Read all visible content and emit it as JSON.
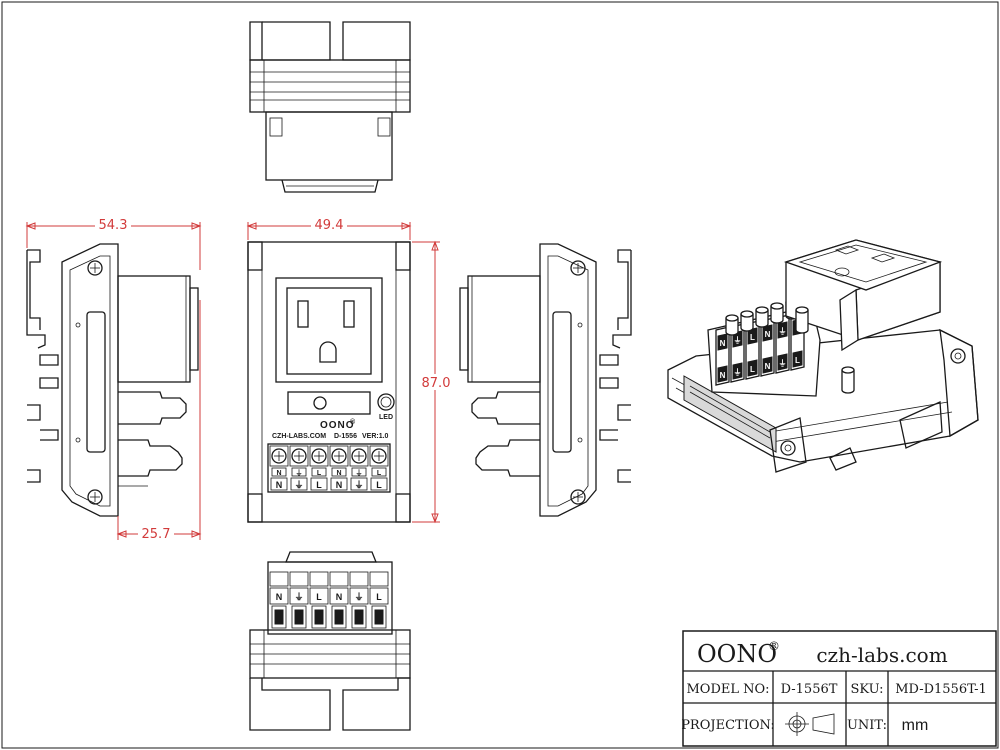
{
  "dimensions": {
    "side_width": "54.3",
    "side_depth": "25.7",
    "front_width": "49.4",
    "front_height": "87.0"
  },
  "front_panel": {
    "brand": "OONO",
    "registered": "®",
    "site": "CZH-LABS.COM",
    "model": "D-1556",
    "version": "VER:1.0",
    "led_label": "LED",
    "terminals": [
      "N",
      "⏚",
      "L",
      "N",
      "⏚",
      "L"
    ]
  },
  "title_block": {
    "brand": "OONO",
    "registered": "®",
    "website": "czh-labs.com",
    "model_no_label": "MODEL NO:",
    "model_no": "D-1556T",
    "sku_label": "SKU:",
    "sku": "MD-D1556T-1",
    "projection_label": "PROJECTION:",
    "unit_label": "UNIT:",
    "unit": "mm"
  },
  "colors": {
    "dimension": "#d23b3b",
    "line": "#1a1a1a"
  }
}
